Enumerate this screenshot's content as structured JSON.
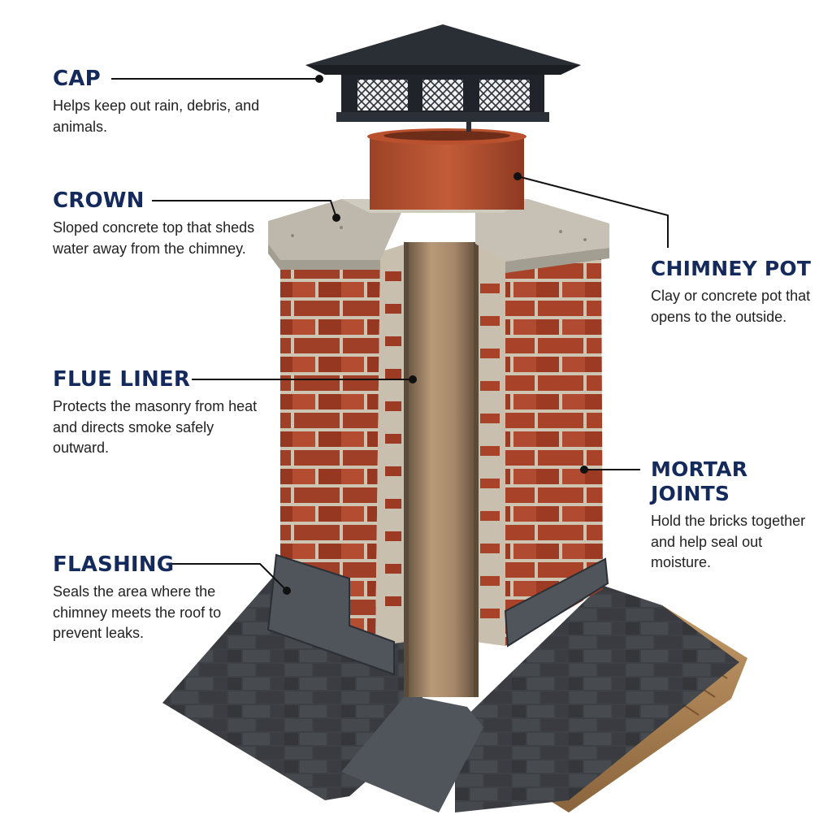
{
  "callouts": {
    "cap": {
      "title": "CAP",
      "description": "Helps keep out rain, debris, and animals."
    },
    "crown": {
      "title": "CROWN",
      "description": "Sloped concrete top that sheds water away from the chimney."
    },
    "flue_liner": {
      "title": "FLUE LINER",
      "description": "Protects the masonry from heat and directs smoke safely outward."
    },
    "flashing": {
      "title": "FLASHING",
      "description": "Seals the area where the chimney meets the roof to prevent leaks."
    },
    "chimney_pot": {
      "title": "CHIMNEY POT",
      "description": "Clay or concrete pot that opens to the outside."
    },
    "mortar_joints": {
      "title": "MORTAR JOINTS",
      "description": "Hold the bricks together and help seal out moisture."
    }
  },
  "colors": {
    "heading": "#152a5c",
    "body_text": "#222222",
    "brick": "#a8432a",
    "mortar": "#cfc7b6",
    "concrete": "#bdb8ab",
    "flue": "#a88a6a",
    "metal": "#2b2f36",
    "shingle": "#3a3c40",
    "wood": "#b48a5a"
  }
}
